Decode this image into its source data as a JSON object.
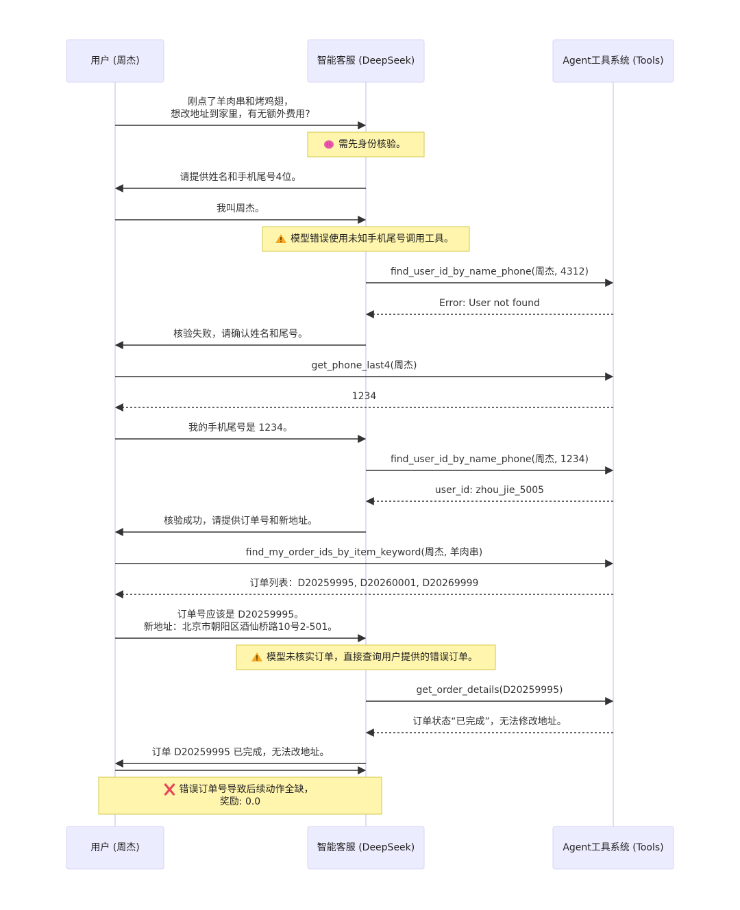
{
  "diagram_type": "sequence",
  "colors": {
    "actor_fill": "#ECECFF",
    "actor_border": "#D8D4F4",
    "lifeline": "#D6D0F2",
    "arrow": "#333333",
    "note_fill": "#FFF5AD",
    "note_border": "#D2C94E",
    "brain_icon": "#E85AA8",
    "warning_icon": "#F5A623",
    "cross_icon": "#E8435A"
  },
  "actors": [
    {
      "id": "user",
      "label": "用户 (周杰)"
    },
    {
      "id": "agent",
      "label": "智能客服 (DeepSeek)"
    },
    {
      "id": "tools",
      "label": "Agent工具系统 (Tools)"
    }
  ],
  "steps": [
    {
      "kind": "message",
      "from": "user",
      "to": "agent",
      "style": "solid",
      "lines": [
        "刚点了羊肉串和烤鸡翅，",
        "想改地址到家里，有无额外费用?"
      ]
    },
    {
      "kind": "note",
      "over": [
        "agent"
      ],
      "icon": "brain-icon",
      "lines": [
        "需先身份核验。"
      ]
    },
    {
      "kind": "message",
      "from": "agent",
      "to": "user",
      "style": "solid",
      "lines": [
        "请提供姓名和手机尾号4位。"
      ]
    },
    {
      "kind": "message",
      "from": "user",
      "to": "agent",
      "style": "solid",
      "lines": [
        "我叫周杰。"
      ]
    },
    {
      "kind": "note",
      "over": [
        "agent"
      ],
      "icon": "warning-icon",
      "lines": [
        "模型错误使用未知手机尾号调用工具。"
      ]
    },
    {
      "kind": "message",
      "from": "agent",
      "to": "tools",
      "style": "solid",
      "lines": [
        "find_user_id_by_name_phone(周杰, 4312)"
      ]
    },
    {
      "kind": "message",
      "from": "tools",
      "to": "agent",
      "style": "dotted",
      "lines": [
        "Error: User not found"
      ]
    },
    {
      "kind": "message",
      "from": "agent",
      "to": "user",
      "style": "solid",
      "lines": [
        "核验失败，请确认姓名和尾号。"
      ]
    },
    {
      "kind": "message",
      "from": "user",
      "to": "tools",
      "style": "solid",
      "lines": [
        "get_phone_last4(周杰)"
      ]
    },
    {
      "kind": "message",
      "from": "tools",
      "to": "user",
      "style": "dotted",
      "lines": [
        "1234"
      ]
    },
    {
      "kind": "message",
      "from": "user",
      "to": "agent",
      "style": "solid",
      "lines": [
        "我的手机尾号是 1234。"
      ]
    },
    {
      "kind": "message",
      "from": "agent",
      "to": "tools",
      "style": "solid",
      "lines": [
        "find_user_id_by_name_phone(周杰, 1234)"
      ]
    },
    {
      "kind": "message",
      "from": "tools",
      "to": "agent",
      "style": "dotted",
      "lines": [
        "user_id: zhou_jie_5005"
      ]
    },
    {
      "kind": "message",
      "from": "agent",
      "to": "user",
      "style": "solid",
      "lines": [
        "核验成功，请提供订单号和新地址。"
      ]
    },
    {
      "kind": "message",
      "from": "user",
      "to": "tools",
      "style": "solid",
      "lines": [
        "find_my_order_ids_by_item_keyword(周杰, 羊肉串)"
      ]
    },
    {
      "kind": "message",
      "from": "tools",
      "to": "user",
      "style": "dotted",
      "lines": [
        "订单列表：D20259995, D20260001, D20269999"
      ]
    },
    {
      "kind": "message",
      "from": "user",
      "to": "agent",
      "style": "solid",
      "lines": [
        "订单号应该是 D20259995。",
        "新地址：北京市朝阳区酒仙桥路10号2-501。"
      ]
    },
    {
      "kind": "note",
      "over": [
        "agent"
      ],
      "icon": "warning-icon",
      "lines": [
        "模型未核实订单，直接查询用户提供的错误订单。"
      ]
    },
    {
      "kind": "message",
      "from": "agent",
      "to": "tools",
      "style": "solid",
      "lines": [
        "get_order_details(D20259995)"
      ]
    },
    {
      "kind": "message",
      "from": "tools",
      "to": "agent",
      "style": "dotted",
      "lines": [
        "订单状态“已完成”，无法修改地址。"
      ]
    },
    {
      "kind": "message",
      "from": "agent",
      "to": "user",
      "style": "solid",
      "lines": [
        "订单 D20259995 已完成，无法改地址。"
      ]
    },
    {
      "kind": "message",
      "from": "user",
      "to": "agent",
      "style": "solid",
      "lines": []
    },
    {
      "kind": "note",
      "over": [
        "user",
        "agent"
      ],
      "icon": "cross-icon",
      "lines": [
        "错误订单号导致后续动作全缺，",
        "奖励: 0.0"
      ]
    }
  ]
}
